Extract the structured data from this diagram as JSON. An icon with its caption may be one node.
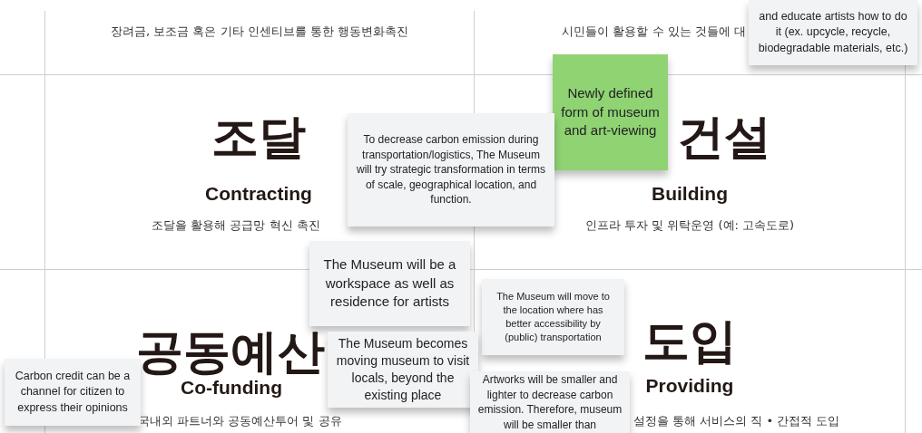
{
  "diagram": {
    "nodes": [
      {
        "text": [
          "and educate artists how to do it (ex. upcycle, recycle, biodegradable materials, etc.)"
        ]
      },
      {
        "text": [
          "Newly defined form of museum and art-viewing"
        ]
      },
      {
        "text": [
          "To decrease carbon emission during transportation/logistics, The Museum will try strategic transformation in terms of scale, geographical location, and function."
        ]
      },
      {
        "text": [
          "The Museum will be a workspace as well as residence for artists"
        ]
      },
      {
        "text": [
          "The Museum will move to the location where has better accessibility by (public) transportation"
        ]
      },
      {
        "text": [
          "The Museum becomes moving museum to visit locals, beyond the existing place"
        ]
      },
      {
        "text": [
          "Carbon credit can be a channel for citizen to express their opinions"
        ]
      },
      {
        "text": [
          "Artworks will be smaller and lighter to decrease carbon emission. Therefore, museum will be smaller than"
        ]
      }
    ],
    "labels": [
      "장려금, 보조금 혹은 기타 인센티브를 통한 행동변화촉진",
      "시민들이 활용할 수 있는 것들에 대",
      "조달",
      "Contracting",
      "조달을 활용해 공급망 혁신 촉진",
      "건설",
      "Building",
      "인프라 투자 및 위탁운영 (예: 고속도로)",
      "공동예산",
      "Co-funding",
      "국내외 파트너와 공동예산투어 및 공유",
      "도입",
      "Providing",
      "설정을 통해 서비스의 직 • 간접적 도입"
    ]
  }
}
